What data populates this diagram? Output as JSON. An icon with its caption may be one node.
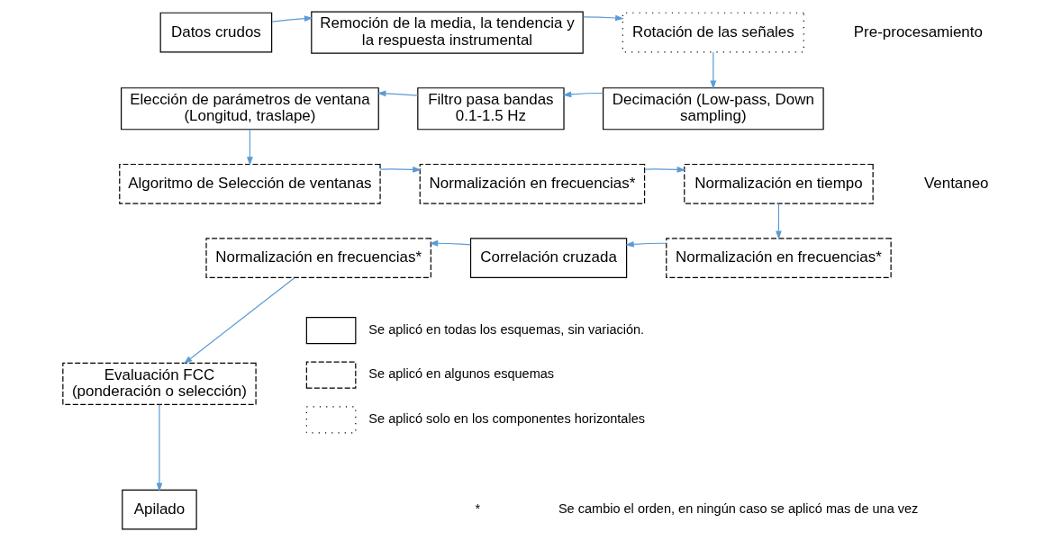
{
  "diagram": {
    "nodes": [
      {
        "text": [
          "Datos crudos"
        ]
      },
      {
        "text": [
          "Remoción de la media, la tendencia y la respuesta instrumental"
        ]
      },
      {
        "text": [
          "Rotación de las señales"
        ]
      },
      {
        "text": [
          "Elección de parámetros de ventana (Longitud, traslape)"
        ]
      },
      {
        "text": [
          "Filtro pasa bandas 0.1-1.5 Hz"
        ]
      },
      {
        "text": [
          "Decimación (Low-pass, Down sampling)"
        ]
      },
      {
        "text": [
          "Algoritmo de Selección de ventanas"
        ]
      },
      {
        "text": [
          "Normalización en frecuencias*"
        ]
      },
      {
        "text": [
          "Normalización en tiempo"
        ]
      },
      {
        "text": [
          "Normalización en frecuencias*"
        ]
      },
      {
        "text": [
          "Correlación cruzada"
        ]
      },
      {
        "text": [
          "Normalización en frecuencias*"
        ]
      },
      {
        "text": [
          "Evaluación FCC (ponderación o selección)"
        ]
      },
      {
        "text": [
          "Apilado"
        ]
      }
    ],
    "edges": [
      {
        "from": 0,
        "to": 1,
        "arrow": "to"
      },
      {
        "from": 1,
        "to": 2,
        "arrow": "to"
      },
      {
        "from": 2,
        "to": 5,
        "arrow": "to"
      },
      {
        "from": 5,
        "to": 4,
        "arrow": "to"
      },
      {
        "from": 4,
        "to": 3,
        "arrow": "to"
      },
      {
        "from": 3,
        "to": 6,
        "arrow": "to"
      },
      {
        "from": 6,
        "to": 7,
        "arrow": "to"
      },
      {
        "from": 7,
        "to": 8,
        "arrow": "to"
      },
      {
        "from": 8,
        "to": 11,
        "arrow": "to"
      },
      {
        "from": 11,
        "to": 10,
        "arrow": "to"
      },
      {
        "from": 10,
        "to": 9,
        "arrow": "to"
      },
      {
        "from": 9,
        "to": 12,
        "arrow": "to"
      },
      {
        "from": 12,
        "to": 13,
        "arrow": "to"
      }
    ],
    "labels": [
      "Pre-procesamiento",
      "Ventaneo",
      "*",
      "Se cambio el orden, en ningún caso se aplicó mas de una vez"
    ],
    "legend": [
      {
        "text": "Se aplicó en todas los esquemas, sin variación."
      },
      {
        "text": "Se aplicó en algunos esquemas"
      },
      {
        "text": "Se aplicó solo en los componentes horizontales"
      }
    ]
  }
}
